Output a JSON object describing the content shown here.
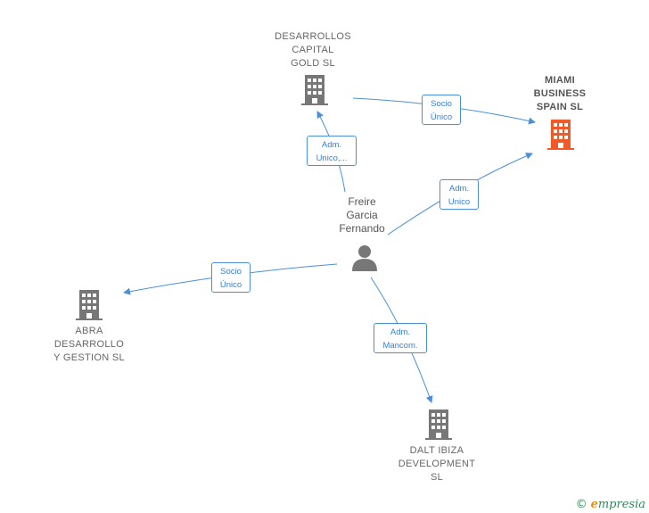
{
  "nodes": {
    "desarrollos": {
      "label": "DESARROLLOS\nCAPITAL\nGOLD  SL"
    },
    "miami": {
      "label": "MIAMI\nBUSINESS\nSPAIN  SL"
    },
    "abra": {
      "label": "ABRA\nDESARROLLO\nY GESTION SL"
    },
    "dalt": {
      "label": "DALT IBIZA\nDEVELOPMENT\nSL"
    },
    "person": {
      "label": "Freire\nGarcia\nFernando"
    }
  },
  "edges": {
    "adm_unico_desarrollos": "Adm.\nUnico,...",
    "socio_unico_miami": "Socio\nÚnico",
    "adm_unico_miami": "Adm.\nUnico",
    "socio_unico_abra": "Socio\nÚnico",
    "adm_mancom_dalt": "Adm.\nMancom."
  },
  "colors": {
    "edge": "#4a90d9",
    "building": "#777777",
    "building_highlight": "#f05a28",
    "person": "#777777"
  },
  "footer": {
    "copyright": "©",
    "brand_first": "e",
    "brand_rest": "mpresia"
  }
}
